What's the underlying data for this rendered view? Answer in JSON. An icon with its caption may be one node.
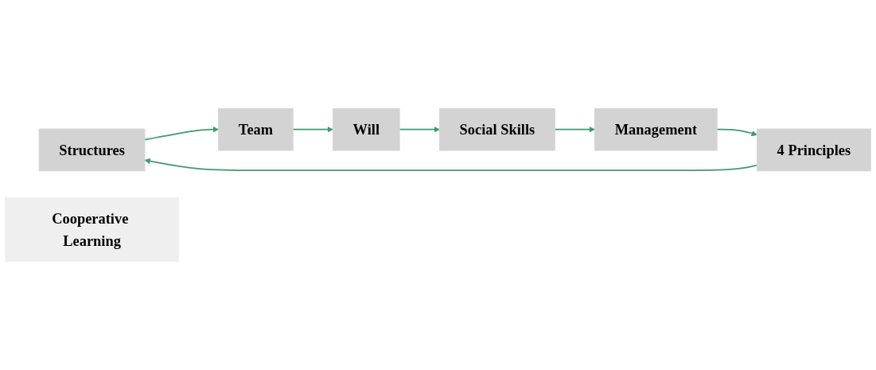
{
  "diagram": {
    "nodes": [
      {
        "text": [
          "Structures"
        ]
      },
      {
        "text": [
          "Team"
        ]
      },
      {
        "text": [
          "Will"
        ]
      },
      {
        "text": [
          "Social Skills"
        ]
      },
      {
        "text": [
          "Management"
        ]
      },
      {
        "text": [
          "4 Principles"
        ]
      },
      {
        "text": [
          "Cooperative Learning"
        ]
      }
    ],
    "edges": [
      {
        "from": 0,
        "to": 1,
        "arrow": "to"
      },
      {
        "from": 1,
        "to": 2,
        "arrow": "to"
      },
      {
        "from": 2,
        "to": 3,
        "arrow": "to"
      },
      {
        "from": 3,
        "to": 4,
        "arrow": "to"
      },
      {
        "from": 4,
        "to": 5,
        "arrow": "to"
      },
      {
        "from": 5,
        "to": 0,
        "arrow": "to"
      }
    ]
  }
}
